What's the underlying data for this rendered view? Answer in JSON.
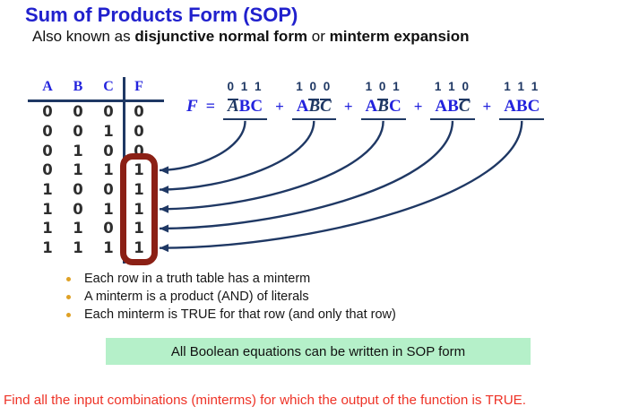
{
  "slide": {
    "title": "Sum of Products Form (SOP)",
    "subtitle_segments": [
      {
        "text": "Also known as ",
        "bold": false
      },
      {
        "text": "disjunctive normal form",
        "bold": true
      },
      {
        "text": " or ",
        "bold": false
      },
      {
        "text": "minterm expansion",
        "bold": true
      }
    ],
    "truth_table": {
      "headers": [
        "A",
        "B",
        "C",
        "F"
      ],
      "rows": [
        [
          "0",
          "0",
          "0",
          "0"
        ],
        [
          "0",
          "0",
          "1",
          "0"
        ],
        [
          "0",
          "1",
          "0",
          "0"
        ],
        [
          "0",
          "1",
          "1",
          "1"
        ],
        [
          "1",
          "0",
          "0",
          "1"
        ],
        [
          "1",
          "0",
          "1",
          "1"
        ],
        [
          "1",
          "1",
          "0",
          "1"
        ],
        [
          "1",
          "1",
          "1",
          "1"
        ]
      ],
      "true_output_rows": [
        3,
        4,
        5,
        6,
        7
      ]
    },
    "equation": {
      "lhs": "F",
      "equals": "=",
      "plus": "+",
      "terms": [
        {
          "bits": "0 1 1",
          "literals": [
            {
              "ch": "A",
              "bar": true
            },
            {
              "ch": "B",
              "bar": false
            },
            {
              "ch": "C",
              "bar": false
            }
          ]
        },
        {
          "bits": "1 0 0",
          "literals": [
            {
              "ch": "A",
              "bar": false
            },
            {
              "ch": "B",
              "bar": true
            },
            {
              "ch": "C",
              "bar": true
            }
          ]
        },
        {
          "bits": "1 0 1",
          "literals": [
            {
              "ch": "A",
              "bar": false
            },
            {
              "ch": "B",
              "bar": true
            },
            {
              "ch": "C",
              "bar": false
            }
          ]
        },
        {
          "bits": "1 1 0",
          "literals": [
            {
              "ch": "A",
              "bar": false
            },
            {
              "ch": "B",
              "bar": false
            },
            {
              "ch": "C",
              "bar": true
            }
          ]
        },
        {
          "bits": "1 1 1",
          "literals": [
            {
              "ch": "A",
              "bar": false
            },
            {
              "ch": "B",
              "bar": false
            },
            {
              "ch": "C",
              "bar": false
            }
          ]
        }
      ]
    },
    "bullets": [
      "Each row in a truth table has a minterm",
      "A minterm is a product (AND) of literals",
      "Each minterm is TRUE for that row (and only that row)"
    ],
    "callout": "All Boolean equations can be written in SOP form",
    "footer": "Find all the input combinations (minterms) for which the output of the function is TRUE.",
    "colors": {
      "title_blue": "#2121cd",
      "term_blue": "#2323dd",
      "navy": "#1f3864",
      "box_red": "#8b2015",
      "mint_green": "#b5f0c9",
      "footer_red": "#ee3327",
      "bullet_gold": "#dfa125"
    }
  }
}
